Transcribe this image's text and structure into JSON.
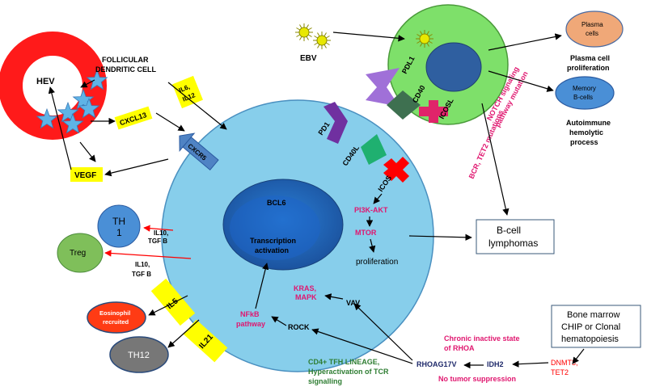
{
  "colors": {
    "main_cell": "#87ceeb",
    "nucleus": "#1e64b4",
    "plasma_cell": "#f0a878",
    "memory_cell": "#4a8fd6",
    "b_cell_outer": "#7ee06a",
    "b_cell_nucleus": "#2f5fa0",
    "hev_ring": "#ff1a1a",
    "star": "#5fb3e6",
    "yellow_label": "#ffff00",
    "th1": "#4a8fd6",
    "treg": "#7fbf5a",
    "eosinophil": "#ff3b14",
    "th12": "#777777",
    "magenta_text": "#e0166f",
    "red_text": "#ff0000",
    "green_text": "#2e7d32",
    "navy_text": "#1f2a6b",
    "pd1_purple": "#7030a0",
    "cd40l_green": "#1fb070",
    "icos_red": "#ff0000",
    "pdl1_lilac": "#a070d8",
    "cd40_darkgreen": "#3e7050",
    "icosl_pink": "#e0246a"
  },
  "icons": [
    "ebv-virus-icon",
    "star-icon",
    "receptor-shape-icon"
  ],
  "labels": {
    "hev": "HEV",
    "follicular_1": "FOLLICULAR",
    "follicular_2": "DENDRITIC CELL",
    "il6": "IL6,",
    "il12": "IL12",
    "cxcl13": "CXCL13",
    "cxcr5": "CXCR5",
    "vegf": "VEGF",
    "ebv": "EBV",
    "plasma_1": "Plasma",
    "plasma_2": "cells",
    "plasma_prolif_1": "Plasma cell",
    "plasma_prolif_2": "proliferation",
    "memory_1": "Memory",
    "memory_2": "B-cells",
    "autoimmune_1": "Autoimmune",
    "autoimmune_2": "hemolytic",
    "autoimmune_3": "process",
    "pdl1": "PDL1",
    "cd40": "CD40",
    "icosl": "ICOSL",
    "notch_1": "NOTCH signaling",
    "notch_2": "pathway mutation",
    "bcr": "BCR, TET2 mutations",
    "pd1": "PD1",
    "cd40l": "CD40L",
    "icos": "ICOS",
    "pi3k": "PI3K-AKT",
    "mtor": "MTOR",
    "proliferation": "proliferation",
    "bcl6": "BCL6",
    "transcription_1": "Transcription",
    "transcription_2": "activation",
    "b_lymph_1": "B-cell",
    "b_lymph_2": "lymphomas",
    "th1_1": "TH",
    "th1_2": "1",
    "il10a_1": "IL10,",
    "il10a_2": "TGF B",
    "treg": "Treg",
    "il10b_1": "IL10,",
    "il10b_2": "TGF B",
    "kras_1": "KRAS,",
    "kras_2": "MAPK",
    "vav": "VAV",
    "eos_1": "Eosinophil",
    "eos_2": "recruited",
    "il5": "IL5",
    "nfkb_1": "NFkB",
    "nfkb_2": "pathway",
    "rock": "ROCK",
    "th12": "TH12",
    "il21": "IL21",
    "chronic_1": "Chronic inactive state",
    "chronic_2": "of RHOA",
    "rhoa": "RHOAG17V",
    "idh2": "IDH2",
    "no_tumor": "No tumor suppression",
    "cd4_1": "CD4+ TFH LINEAGE,",
    "cd4_2": "Hyperactivation of TCR",
    "cd4_3": "signalling",
    "bm_1": "Bone marrow",
    "bm_2": "CHIP or Clonal",
    "bm_3": "hematopoiesis",
    "dnmt3": "DNMT3,",
    "tet2": "TET2"
  }
}
